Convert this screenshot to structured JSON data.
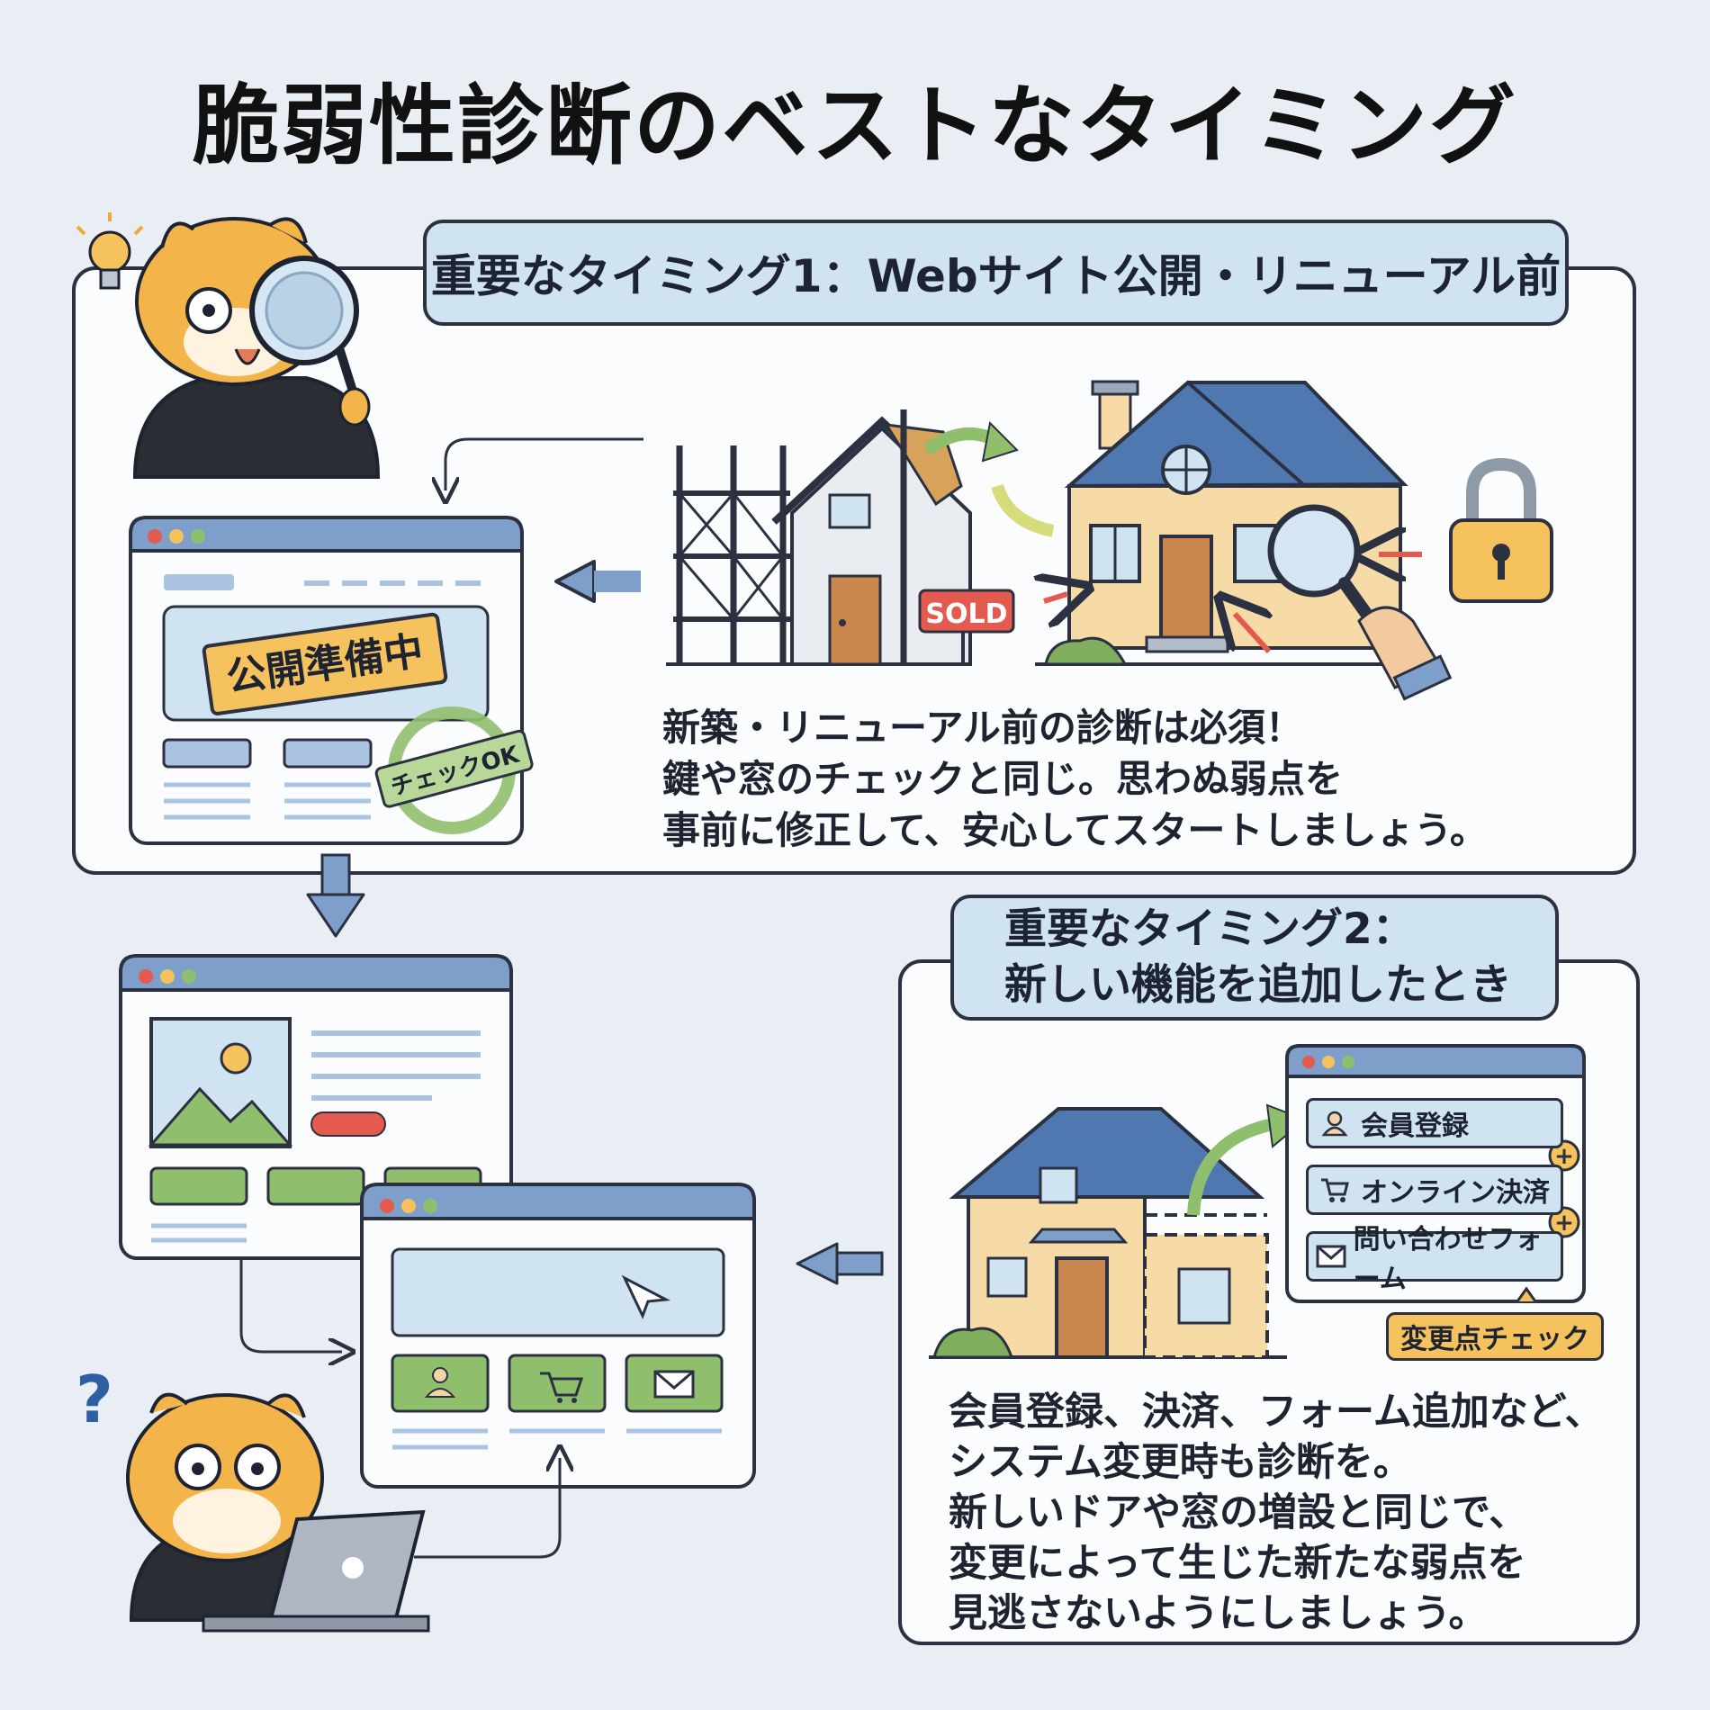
{
  "title": "脆弱性診断のベストなタイミング",
  "section1": {
    "heading": "重要なタイミング1：Webサイト公開・リニューアル前",
    "description": [
      "新築・リニューアル前の診断は必須！",
      "鍵や窓のチェックと同じ。思わぬ弱点を",
      "事前に修正して、安心してスタートしましょう。"
    ],
    "browser_banner": "公開準備中",
    "stamp": "チェックOK",
    "sold_sign": "SOLD"
  },
  "section2": {
    "heading_line1": "重要なタイミング2：",
    "heading_line2": "新しい機能を追加したとき",
    "features": [
      {
        "label": "会員登録",
        "icon": "user-icon"
      },
      {
        "label": "オンライン決済",
        "icon": "cart-icon"
      },
      {
        "label": "問い合わせフォーム",
        "icon": "mail-icon"
      }
    ],
    "change_check": "変更点チェック",
    "description": [
      "会員登録、決済、フォーム追加など、",
      "システム変更時も診断を。",
      "新しいドアや窓の増設と同じで、",
      "変更によって生じた新たな弱点を",
      "見逃さないようにしましょう。"
    ]
  },
  "colors": {
    "background": "#e9eef5",
    "outline": "#2b3140",
    "label_blue": "#cfe3f1",
    "browser_header": "#7f9fcb",
    "green": "#8fbf6c",
    "yellow": "#f5c25e",
    "red": "#e55a4e",
    "house_wall": "#f6dba6",
    "roof": "#4f78b0",
    "mascot": "#f3b54a"
  }
}
